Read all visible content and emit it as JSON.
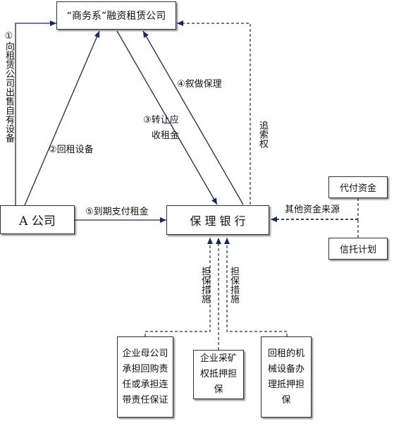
{
  "nodes": {
    "leasing_company": "“商务系”融资租赁公司",
    "company_a": "A 公司",
    "factoring_bank": "保 理 银 行",
    "trust_fund": "代付资金",
    "trust_plan": "信托计划",
    "guarantee_1": "企业母公司承担回购责任或承担连带责任保证",
    "guarantee_2": "企业采矿权抵押担保",
    "guarantee_3": "回租的机械设备办理抵押担保"
  },
  "edges": {
    "e1": "①向租赁公司出售自有设备",
    "e2": "②回租设备",
    "e3_line1": "③转让应",
    "e3_line2": "收租金",
    "e4": "④叙做保理",
    "e5": "⑤到期支付租金",
    "recourse": "追索权",
    "other_funds": "其他资金来源",
    "guarantee_measure_left": "担保措施",
    "guarantee_measure_right": "担保措施"
  }
}
